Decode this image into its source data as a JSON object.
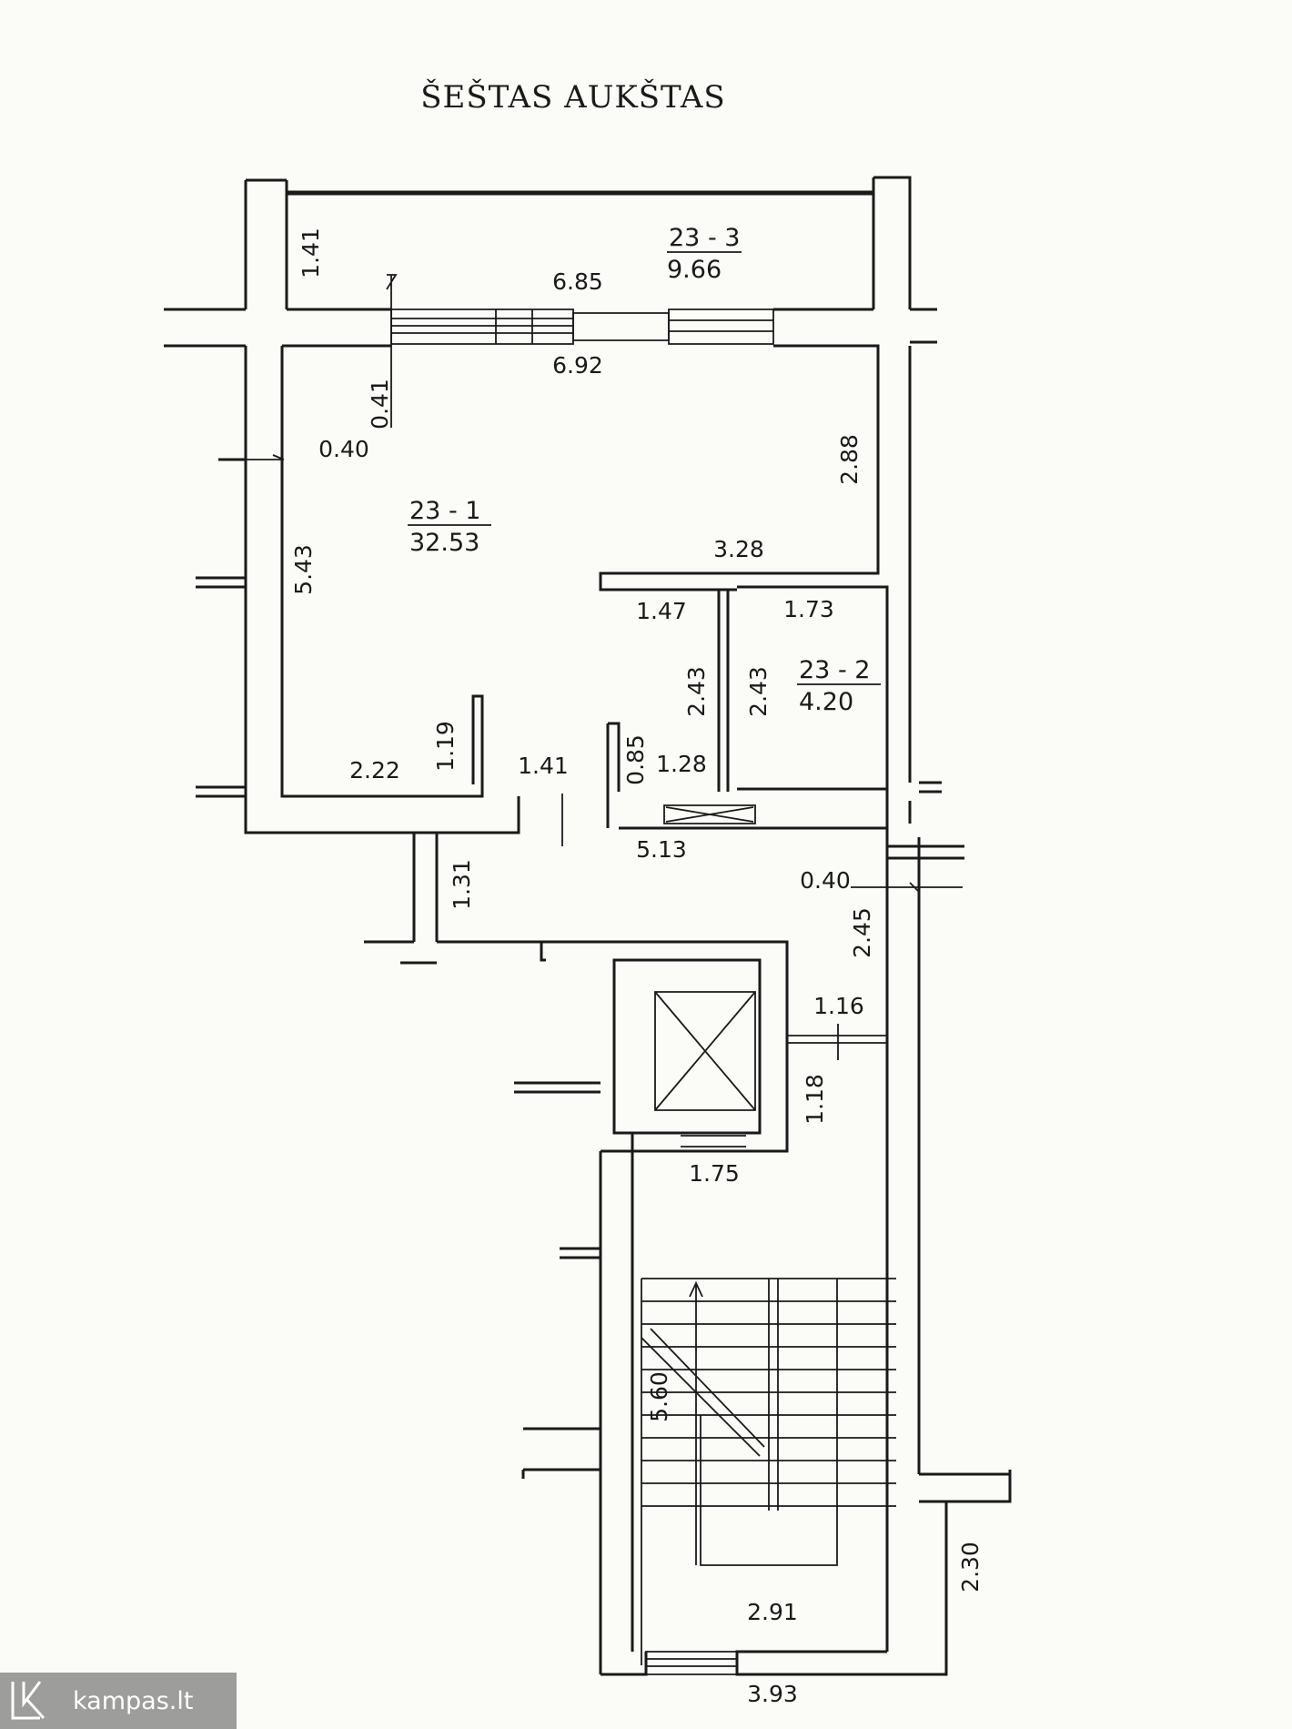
{
  "title": "ŠEŠTAS AUKŠTAS",
  "rooms": [
    {
      "id": "23 - 3",
      "area": "9.66"
    },
    {
      "id": "23 - 1",
      "area": "32.53"
    },
    {
      "id": "23 - 2",
      "area": "4.20"
    }
  ],
  "dimensions": {
    "balcony_depth": "1.41",
    "balcony_width": "6.85",
    "room1_width_top": "6.92",
    "wall_thickness_top": "0.41",
    "wall_thickness_left": "0.40",
    "room1_right_height": "2.88",
    "room1_left_height": "5.43",
    "room1_inner_width": "3.28",
    "hall_width": "1.47",
    "bath_width": "1.73",
    "hall_height": "2.43",
    "bath_height": "2.43",
    "entry_stub": "1.19",
    "room1_bottom_width": "2.22",
    "door_width": "1.41",
    "closet_height": "0.85",
    "closet_width": "1.28",
    "corridor_width": "5.13",
    "corridor_height": "1.31",
    "wall_thickness_right": "0.40",
    "corridor_right_height": "2.45",
    "lift_hall_width": "1.16",
    "lift_hall_height": "1.18",
    "lift_width": "1.75",
    "stair_length": "5.60",
    "stair_height": "2.30",
    "stair_width_inner": "2.91",
    "stair_width_outer": "3.93"
  },
  "watermark": "kampas.lt"
}
